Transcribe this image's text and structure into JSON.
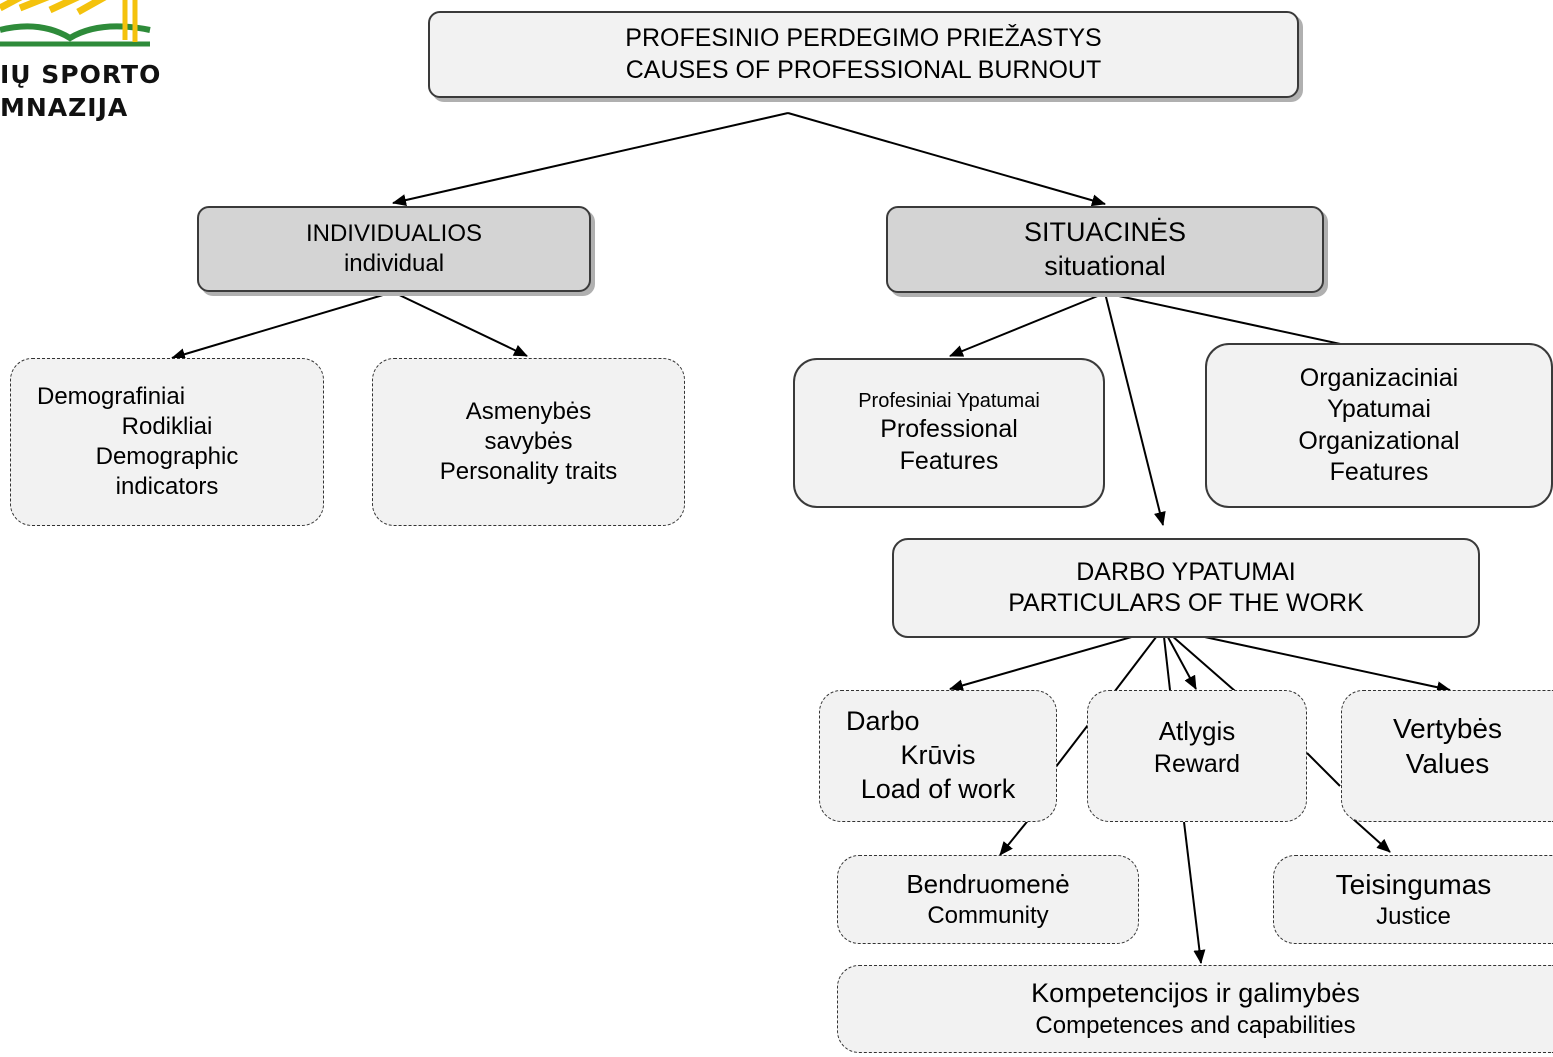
{
  "logo": {
    "line1": "IŲ SPORTO",
    "line2": "MNAZIJA"
  },
  "root": {
    "line1": "PROFESINIO PERDEGIMO PRIEŽASTYS",
    "line2": "CAUSES OF PROFESSIONAL BURNOUT"
  },
  "individual": {
    "line1": "INDIVIDUALIOS",
    "line2": "individual"
  },
  "situational": {
    "line1": "SITUACINĖS",
    "line2": "situational"
  },
  "demographic": {
    "line1": "Demografiniai",
    "line2": "Rodikliai",
    "line3": "Demographic",
    "line4": "indicators"
  },
  "personality": {
    "line1": "Asmenybės",
    "line2": "savybės",
    "line3": "Personality traits"
  },
  "professional": {
    "line1": "Profesiniai Ypatumai",
    "line2": "Professional",
    "line3": "Features"
  },
  "organizational": {
    "line1": "Organizaciniai",
    "line2": "Ypatumai",
    "line3": "Organizational",
    "line4": "Features"
  },
  "work": {
    "line1": "DARBO YPATUMAI",
    "line2": "PARTICULARS OF THE WORK"
  },
  "workload": {
    "line1": "Darbo",
    "line2": "Krūvis",
    "line3": "Load of work"
  },
  "reward": {
    "line1": "Atlygis",
    "line2": "Reward"
  },
  "values": {
    "line1": "Vertybės",
    "line2": "Values"
  },
  "community": {
    "line1": "Bendruomenė",
    "line2": "Community"
  },
  "justice": {
    "line1": "Teisingumas",
    "line2": "Justice"
  },
  "competences": {
    "line1": "Kompetencijos ir galimybės",
    "line2": "Competences and capabilities"
  },
  "colors": {
    "box_fill": "#f2f2f2",
    "mid_fill": "#d4d4d4",
    "border": "#3a3a3a",
    "logo_green": "#2e8b3a",
    "logo_yellow": "#f4c20d"
  }
}
